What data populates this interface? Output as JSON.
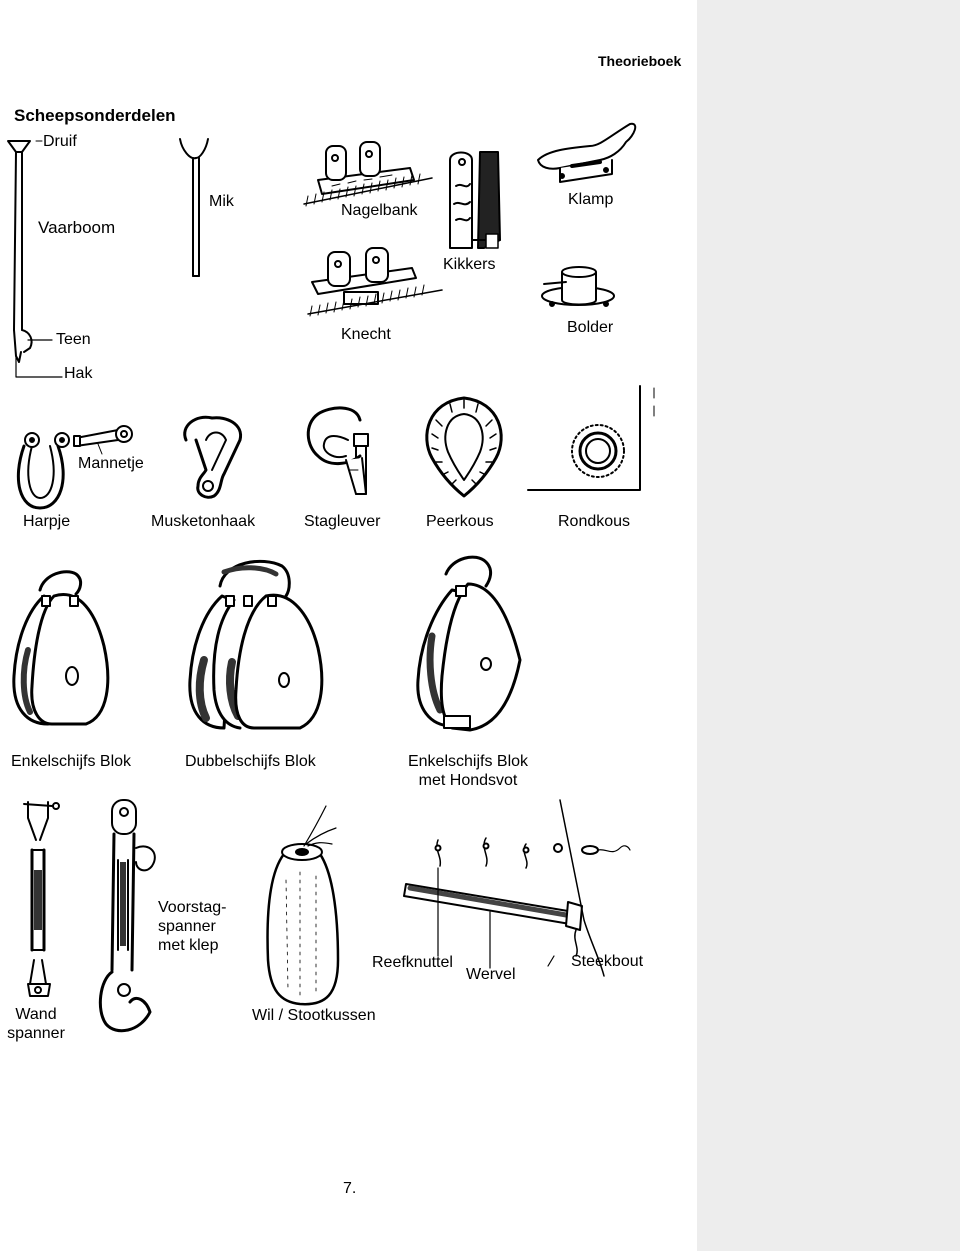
{
  "header": {
    "book": "Theorieboek"
  },
  "section": {
    "title": "Scheepsonderdelen"
  },
  "labels": {
    "druif": "Druif",
    "vaarboom": "Vaarboom",
    "teen": "Teen",
    "hak": "Hak",
    "mik": "Mik",
    "nagelbank": "Nagelbank",
    "knecht": "Knecht",
    "kikkers": "Kikkers",
    "klamp": "Klamp",
    "bolder": "Bolder",
    "mannetje": "Mannetje",
    "harpje": "Harpje",
    "musketonhaak": "Musketonhaak",
    "stagleuver": "Stagleuver",
    "peerkous": "Peerkous",
    "rondkous": "Rondkous",
    "enkelschijfs_blok": "Enkelschijfs Blok",
    "dubbelschijfs_blok": "Dubbelschijfs Blok",
    "hondsvot_line1": "Enkelschijfs Blok",
    "hondsvot_line2": "met Hondsvot",
    "wandspanner_line1": "Wand",
    "wandspanner_line2": "spanner",
    "voorstag_line1": "Voorstag-",
    "voorstag_line2": "spanner",
    "voorstag_line3": "met klep",
    "wil": "Wil / Stootkussen",
    "reefknuttel": "Reefknuttel",
    "wervel": "Wervel",
    "steekbout": "Steekbout"
  },
  "footer": {
    "page_number": "7."
  }
}
